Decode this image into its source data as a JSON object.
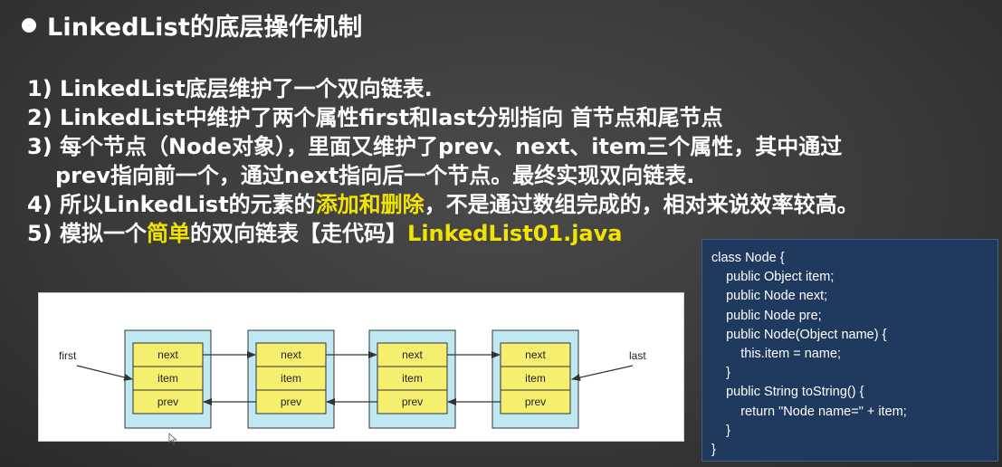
{
  "title": "LinkedList的底层操作机制",
  "items": [
    {
      "parts": [
        {
          "text": "1) LinkedList底层维护了一个双向链表.",
          "highlight": false
        }
      ]
    },
    {
      "parts": [
        {
          "text": "2) LinkedList中维护了两个属性first和last分别指向 首节点和尾节点",
          "highlight": false
        }
      ]
    },
    {
      "parts": [
        {
          "text": "3) 每个节点（Node对象），里面又维护了prev、next、item三个属性，其中通过",
          "highlight": false
        }
      ]
    },
    {
      "parts": [
        {
          "text": "prev指向前一个，通过next指向后一个节点。最终实现双向链表.",
          "highlight": false
        }
      ],
      "continuation": true
    },
    {
      "parts": [
        {
          "text": "4) 所以LinkedList的元素的",
          "highlight": false
        },
        {
          "text": "添加和删除",
          "highlight": true
        },
        {
          "text": "，不是通过数组完成的，相对来说效率较高。",
          "highlight": false
        }
      ]
    },
    {
      "parts": [
        {
          "text": "5) 模拟一个",
          "highlight": false
        },
        {
          "text": "简单",
          "highlight": true
        },
        {
          "text": "的双向链表【走代码】",
          "highlight": false
        },
        {
          "text": "LinkedList01.java",
          "highlight": true
        }
      ]
    }
  ],
  "diagram": {
    "first_label": "first",
    "last_label": "last",
    "node_fields": [
      "next",
      "item",
      "prev"
    ],
    "node_count": 4,
    "colors": {
      "outer": "#bfe8f2",
      "field": "#f5ee6e",
      "stroke": "#333333"
    }
  },
  "code_lines": [
    "class Node {",
    "    public Object item;",
    "    public Node next;",
    "    public Node pre;",
    "    public Node(Object name) {",
    "        this.item = name;",
    "    }",
    "    public String toString() {",
    "        return \"Node name=\" + item;",
    "    }",
    "}"
  ],
  "colors": {
    "highlight": "#f2e400",
    "code_bg": "#1f3a5e"
  }
}
